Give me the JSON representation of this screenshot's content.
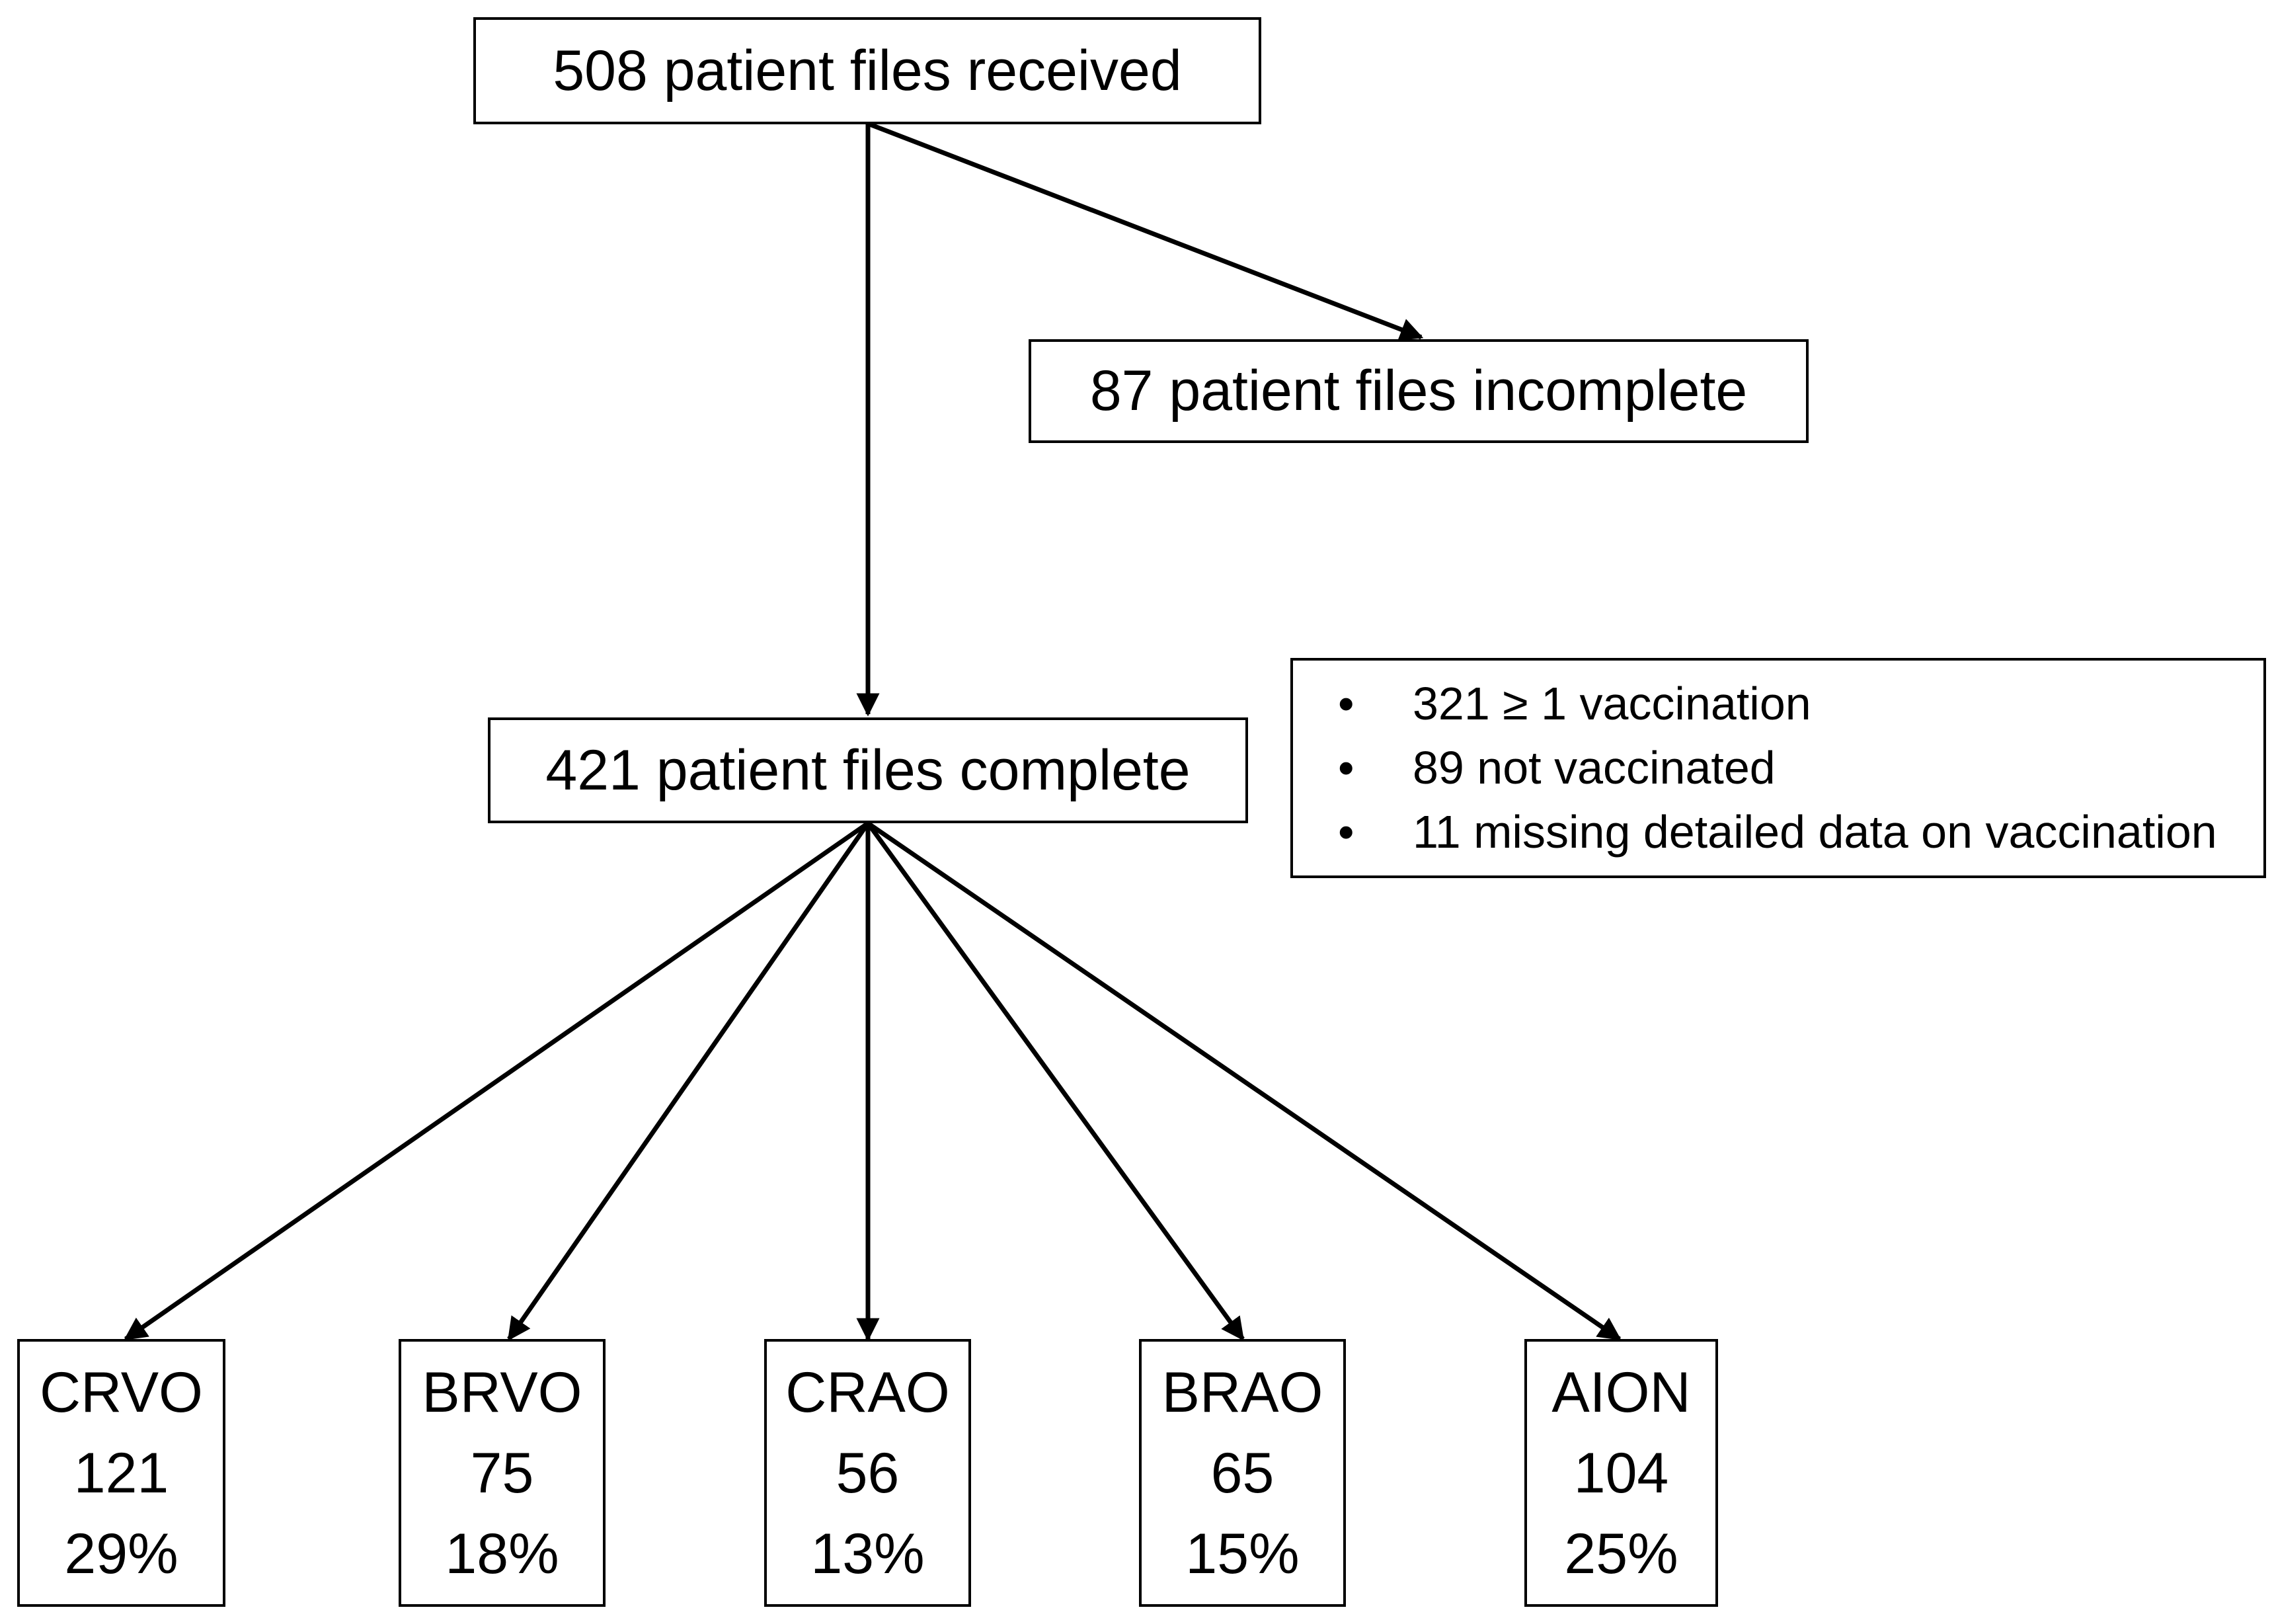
{
  "received": {
    "label": "508 patient files received"
  },
  "incomplete": {
    "label": "87 patient files incomplete"
  },
  "complete": {
    "label": "421 patient files complete"
  },
  "vaccination_notes": {
    "bullet_glyph": "•",
    "items": [
      "321 ≥ 1 vaccination",
      "89 not vaccinated",
      "11 missing detailed data on vaccination"
    ]
  },
  "categories": [
    {
      "name": "CRVO",
      "count": "121",
      "percent": "29%"
    },
    {
      "name": "BRVO",
      "count": "75",
      "percent": "18%"
    },
    {
      "name": "CRAO",
      "count": "56",
      "percent": "13%"
    },
    {
      "name": "BRAO",
      "count": "65",
      "percent": "15%"
    },
    {
      "name": "AION",
      "count": "104",
      "percent": "25%"
    }
  ]
}
